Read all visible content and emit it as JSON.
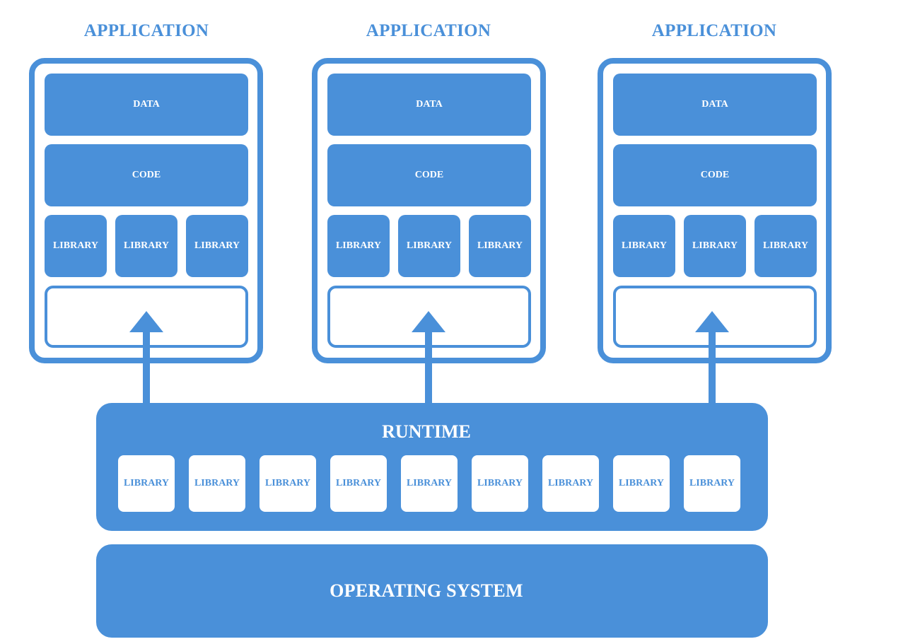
{
  "colors": {
    "accent": "#4a90d9",
    "background": "#ffffff"
  },
  "applications": [
    {
      "title": "APPLICATION",
      "data_label": "DATA",
      "code_label": "CODE",
      "libraries": [
        "LIBRARY",
        "LIBRARY",
        "LIBRARY"
      ]
    },
    {
      "title": "APPLICATION",
      "data_label": "DATA",
      "code_label": "CODE",
      "libraries": [
        "LIBRARY",
        "LIBRARY",
        "LIBRARY"
      ]
    },
    {
      "title": "APPLICATION",
      "data_label": "DATA",
      "code_label": "CODE",
      "libraries": [
        "LIBRARY",
        "LIBRARY",
        "LIBRARY"
      ]
    }
  ],
  "runtime": {
    "title": "RUNTIME",
    "libraries": [
      "LIBRARY",
      "LIBRARY",
      "LIBRARY",
      "LIBRARY",
      "LIBRARY",
      "LIBRARY",
      "LIBRARY",
      "LIBRARY",
      "LIBRARY"
    ]
  },
  "operating_system": {
    "label": "OPERATING SYSTEM"
  }
}
